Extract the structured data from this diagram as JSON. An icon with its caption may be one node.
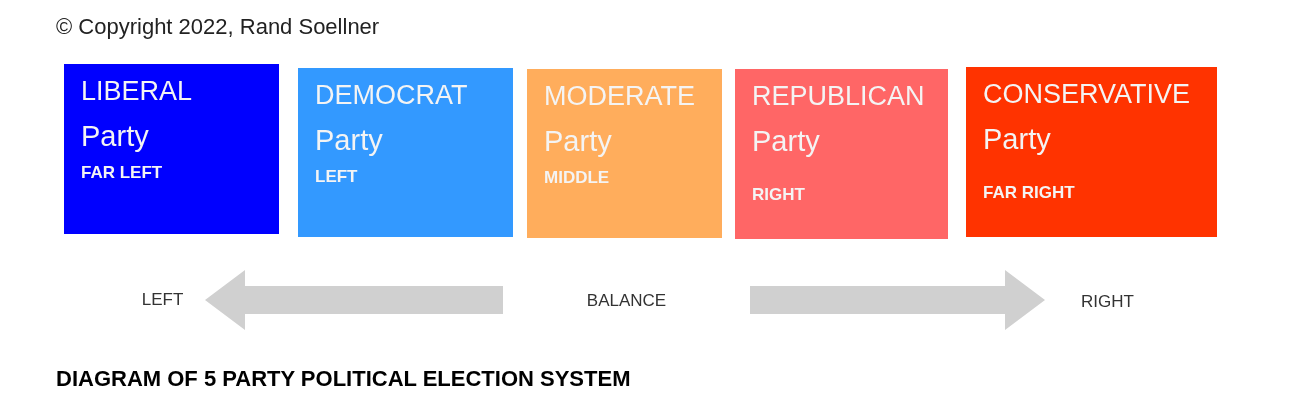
{
  "diagram": {
    "caption": "DIAGRAM OF 5 PARTY POLITICAL ELECTION SYSTEM",
    "nodes": [
      {
        "text": [
          "LIBERAL",
          "Party",
          "FAR LEFT"
        ]
      },
      {
        "text": [
          "DEMOCRAT",
          "Party",
          "LEFT"
        ]
      },
      {
        "text": [
          "MODERATE",
          "Party",
          "MIDDLE"
        ]
      },
      {
        "text": [
          "REPUBLICAN",
          "Party",
          "RIGHT"
        ]
      },
      {
        "text": [
          "CONSERVATIVE",
          "Party",
          "FAR RIGHT"
        ]
      },
      {
        "text": [
          "LEFT"
        ]
      },
      {
        "text": [
          "BALANCE"
        ]
      },
      {
        "text": [
          "RIGHT"
        ]
      }
    ],
    "edges": [
      {
        "from": 6,
        "to": 5,
        "arrow": "to",
        "style": "thick"
      },
      {
        "from": 6,
        "to": 7,
        "arrow": "to",
        "style": "thick"
      }
    ],
    "labels": [
      "© Copyright 2022, Rand Soellner"
    ]
  }
}
